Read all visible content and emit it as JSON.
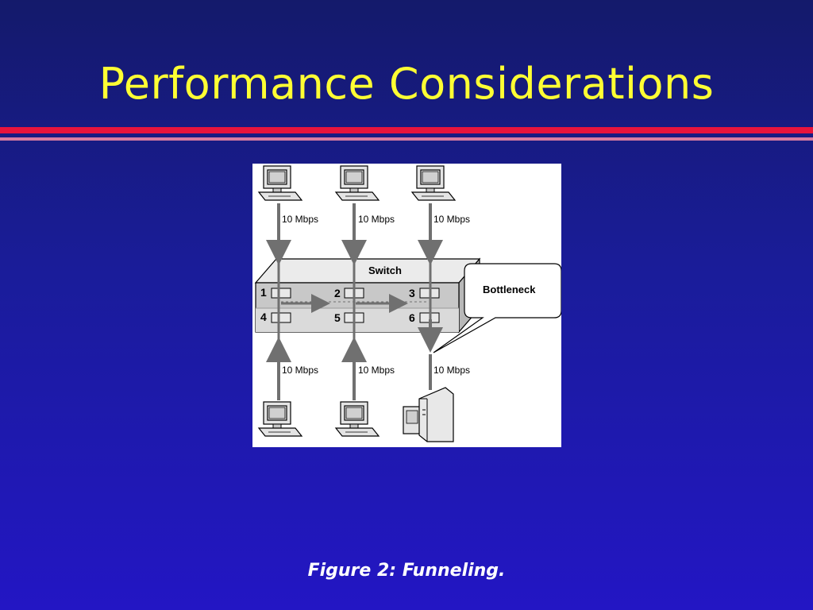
{
  "slide": {
    "title": "Performance Considerations",
    "caption": "Figure 2: Funneling."
  },
  "diagram": {
    "switch_label": "Switch",
    "bottleneck_label": "Bottleneck",
    "top_links": [
      "10 Mbps",
      "10 Mbps",
      "10 Mbps"
    ],
    "bottom_links": [
      "10 Mbps",
      "10 Mbps",
      "10 Mbps"
    ],
    "ports": [
      "1",
      "2",
      "3",
      "4",
      "5",
      "6"
    ]
  },
  "colors": {
    "title": "#ffff33",
    "rule_red": "#e8143c",
    "rule_pink": "#d87aa0",
    "caption": "#ffffff"
  }
}
